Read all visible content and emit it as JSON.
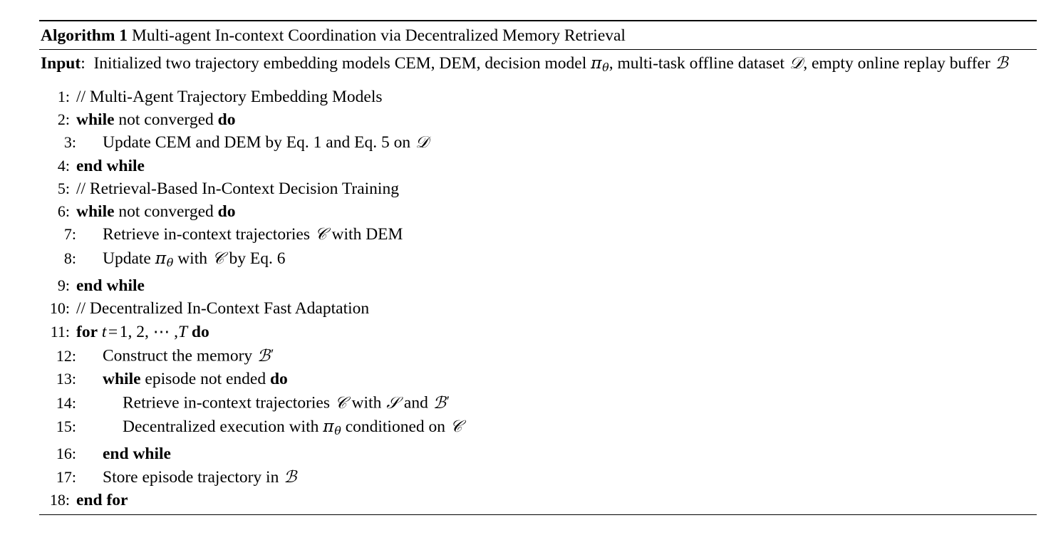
{
  "algorithm": {
    "label": "Algorithm 1",
    "title": "Multi-agent In-context Coordination via Decentralized Memory Retrieval",
    "input": {
      "keyword": "Input",
      "separator": ":",
      "text_part_1": "Initialized two trajectory embedding models CEM, DEM, decision model ",
      "symbol_policy": "π",
      "symbol_policy_sub": "θ",
      "text_part_2": ", multi-task offline dataset ",
      "symbol_dataset": "𝒟",
      "text_part_3": ", empty online replay buffer ",
      "symbol_buffer": "ℬ"
    },
    "lines": [
      {
        "num": "1:",
        "indent": 0,
        "text": "// Multi-Agent Trajectory Embedding Models"
      },
      {
        "num": "2:",
        "indent": 0,
        "text": "while not converged do"
      },
      {
        "num": "3:",
        "indent": 1,
        "text": "Update CEM and DEM by Eq. 1 and Eq. 5 on 𝒟"
      },
      {
        "num": "4:",
        "indent": 0,
        "text": "end while"
      },
      {
        "num": "5:",
        "indent": 0,
        "text": "// Retrieval-Based In-Context Decision Training"
      },
      {
        "num": "6:",
        "indent": 0,
        "text": "while not converged do"
      },
      {
        "num": "7:",
        "indent": 1,
        "text": "Retrieve in-context trajectories 𝒞 with DEM"
      },
      {
        "num": "8:",
        "indent": 1,
        "text": "Update πθ with 𝒞 by Eq. 6"
      },
      {
        "num": "9:",
        "indent": 0,
        "text": "end while"
      },
      {
        "num": "10:",
        "indent": 0,
        "text": "// Decentralized In-Context Fast Adaptation"
      },
      {
        "num": "11:",
        "indent": 0,
        "text": "for t = 1, 2, ⋯ , T do"
      },
      {
        "num": "12:",
        "indent": 1,
        "text": "Construct the memory ℬ′"
      },
      {
        "num": "13:",
        "indent": 1,
        "text": "while episode not ended do"
      },
      {
        "num": "14:",
        "indent": 2,
        "text": "Retrieve in-context trajectories 𝒞 with 𝒮 and ℬ′"
      },
      {
        "num": "15:",
        "indent": 2,
        "text": "Decentralized execution with πθ conditioned on 𝒞"
      },
      {
        "num": "16:",
        "indent": 1,
        "text": "end while"
      },
      {
        "num": "17:",
        "indent": 1,
        "text": "Store episode trajectory in ℬ"
      },
      {
        "num": "18:",
        "indent": 0,
        "text": "end for"
      }
    ],
    "line_fragments": {
      "l1": {
        "comment": "// Multi-Agent Trajectory Embedding Models"
      },
      "l2": {
        "kw1": "while",
        "mid": " not converged ",
        "kw2": "do"
      },
      "l3": {
        "a": "Update CEM and DEM by Eq. 1 and Eq. 5 on ",
        "sym": "𝒟"
      },
      "l4": {
        "kw": "end while"
      },
      "l5": {
        "comment": "// Retrieval-Based In-Context Decision Training"
      },
      "l6": {
        "kw1": "while",
        "mid": " not converged ",
        "kw2": "do"
      },
      "l7": {
        "a": "Retrieve in-context trajectories ",
        "sym": "𝒞",
        "b": " with DEM"
      },
      "l8": {
        "a": "Update ",
        "pi": "π",
        "sub": "θ",
        "b": " with ",
        "sym": "𝒞",
        "c": " by Eq. 6"
      },
      "l9": {
        "kw": "end while"
      },
      "l10": {
        "comment": "// Decentralized In-Context Fast Adaptation"
      },
      "l11": {
        "kw1": "for",
        "t": "t",
        "eq": "=",
        "nums": "1, 2,",
        "dots": "⋯",
        "comma": ",",
        "T": "T",
        "kw2": "do"
      },
      "l12": {
        "a": "Construct the memory ",
        "sym": "ℬ",
        "prime": "′"
      },
      "l13": {
        "kw1": "while",
        "mid": " episode not ended ",
        "kw2": "do"
      },
      "l14": {
        "a": "Retrieve in-context trajectories ",
        "sym1": "𝒞",
        "b": " with ",
        "sym2": "𝒮",
        "c": " and ",
        "sym3": "ℬ",
        "prime": "′"
      },
      "l15": {
        "a": "Decentralized execution with ",
        "pi": "π",
        "sub": "θ",
        "b": " conditioned on ",
        "sym": "𝒞"
      },
      "l16": {
        "kw": "end while"
      },
      "l17": {
        "a": "Store episode trajectory in ",
        "sym": "ℬ"
      },
      "l18": {
        "kw": "end for"
      }
    }
  }
}
